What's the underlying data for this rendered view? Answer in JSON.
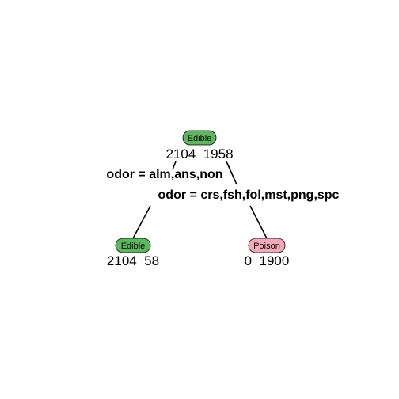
{
  "tree": {
    "root": {
      "label": "Edible",
      "counts": "2104  1958",
      "color": "#5cb85c"
    },
    "split": {
      "left_rule": "odor = alm,ans,non",
      "right_rule": "odor = crs,fsh,fol,mst,png,spc"
    },
    "left_leaf": {
      "label": "Edible",
      "counts": "2104  58",
      "color": "#5cb85c"
    },
    "right_leaf": {
      "label": "Poison",
      "counts": "0  1900",
      "color": "#f4a9b8"
    }
  }
}
